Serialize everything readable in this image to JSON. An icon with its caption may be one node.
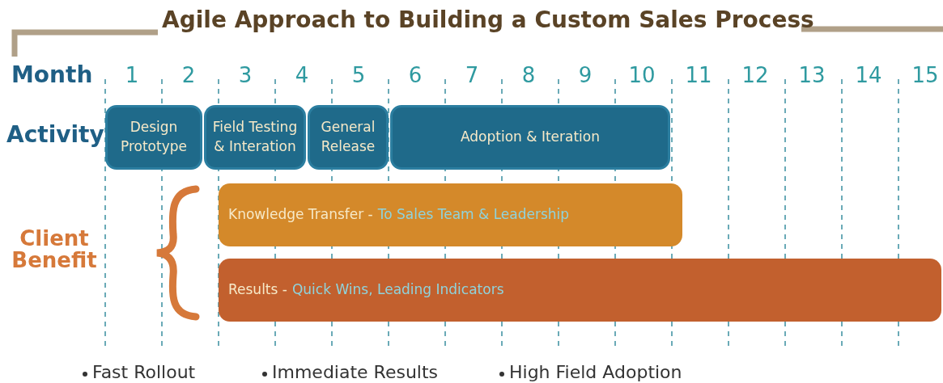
{
  "diagram": {
    "title": "Agile Approach to Building a Custom Sales Process",
    "nodes": [
      {
        "text": [
          "Design Prototype"
        ]
      },
      {
        "text": [
          "Field Testing & Interation"
        ]
      },
      {
        "text": [
          "General Release"
        ]
      },
      {
        "text": [
          "Adoption & Iteration"
        ]
      },
      {
        "text": [
          "Knowledge Transfer -",
          "To Sales Team & Leadership"
        ]
      },
      {
        "text": [
          "Results -",
          "Quick Wins, Leading Indicators"
        ]
      }
    ],
    "labels": [
      "Month",
      "1",
      "2",
      "3",
      "4",
      "5",
      "6",
      "7",
      "8",
      "9",
      "10",
      "11",
      "12",
      "13",
      "14",
      "15",
      "Activity",
      "Client Benefit",
      "Fast Rollout",
      "Immediate Results",
      "High Field Adoption"
    ]
  }
}
